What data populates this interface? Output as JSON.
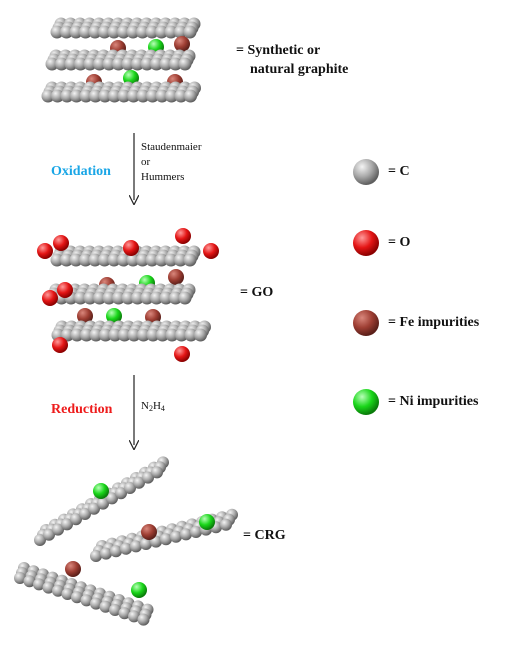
{
  "labels": {
    "graphite": [
      "= Synthetic or",
      "natural graphite"
    ],
    "go": "= GO",
    "crg": "= CRG"
  },
  "steps": {
    "oxidation": {
      "label": "Oxidation",
      "methods": [
        "Staudenmaier",
        "or",
        "Hummers"
      ],
      "color": "#1aa6e6"
    },
    "reduction": {
      "label": "Reduction",
      "reagent_main": "N",
      "reagent_sub1": "2",
      "reagent_mid": "H",
      "reagent_sub2": "4",
      "color": "#ee1c1c"
    }
  },
  "legend": [
    {
      "label": "= C",
      "color": "#a7a7a7"
    },
    {
      "label": "= O",
      "color": "#e61b1b"
    },
    {
      "label": "= Fe impurities",
      "color": "#a0453a"
    },
    {
      "label": "= Ni impurities",
      "color": "#1fdc1f"
    }
  ]
}
